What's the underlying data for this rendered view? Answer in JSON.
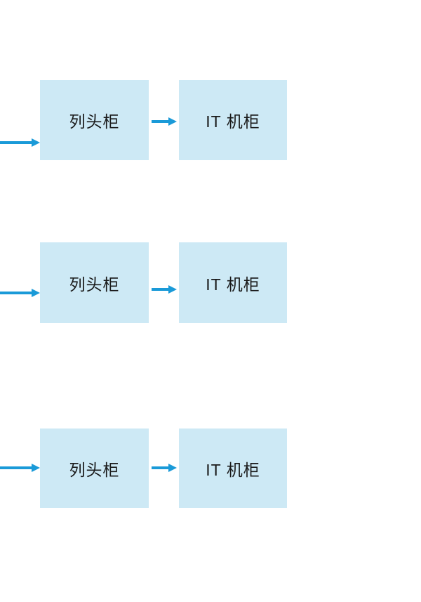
{
  "diagram": {
    "title": "",
    "rows": [
      {
        "source_label": "列头柜",
        "target_label": "IT 机柜"
      },
      {
        "source_label": "列头柜",
        "target_label": "IT 机柜"
      },
      {
        "source_label": "列头柜",
        "target_label": "IT 机柜"
      }
    ],
    "colors": {
      "box_fill": "#cde9f5",
      "arrow": "#1a9ad8",
      "text": "#1a1a1a",
      "background": "#ffffff"
    }
  }
}
